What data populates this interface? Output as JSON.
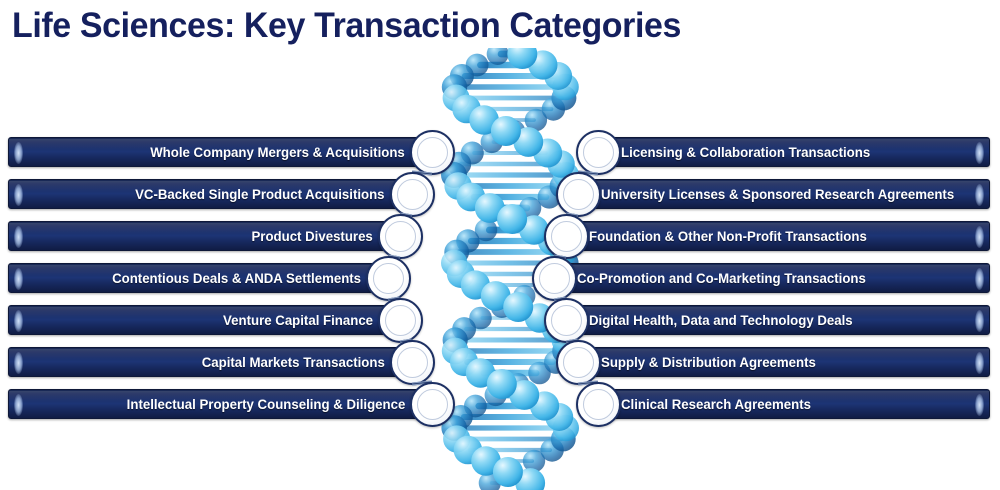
{
  "page": {
    "title": "Life Sciences: Key Transaction Categories",
    "accent_navy": "#15205e",
    "bar_dark": "#101c44",
    "bar_mid": "#1d3576",
    "node_stroke": "#1d3063",
    "dna_colors": [
      "#0f73bb",
      "#2ba6e0",
      "#63c8ef",
      "#9fddf7",
      "#1a8fd0"
    ]
  },
  "center_graphic": {
    "name": "dna-double-helix",
    "description": "Blue DNA double helix of spheres with connecting rungs"
  },
  "left_column": {
    "items": [
      {
        "label": "Whole Company Mergers & Acquisitions"
      },
      {
        "label": "VC-Backed Single Product Acquisitions"
      },
      {
        "label": "Product Divestures"
      },
      {
        "label": "Contentious Deals & ANDA Settlements"
      },
      {
        "label": "Venture Capital Finance"
      },
      {
        "label": "Capital Markets Transactions"
      },
      {
        "label": "Intellectual Property Counseling & Diligence"
      }
    ]
  },
  "right_column": {
    "items": [
      {
        "label": "Licensing & Collaboration Transactions"
      },
      {
        "label": "University Licenses & Sponsored Research Agreements"
      },
      {
        "label": "Foundation & Other Non-Profit Transactions"
      },
      {
        "label": "Co-Promotion and Co-Marketing Transactions"
      },
      {
        "label": "Digital Health, Data and Technology Deals"
      },
      {
        "label": "Supply & Distribution Agreements"
      },
      {
        "label": "Clinical Research Agreements"
      }
    ]
  }
}
